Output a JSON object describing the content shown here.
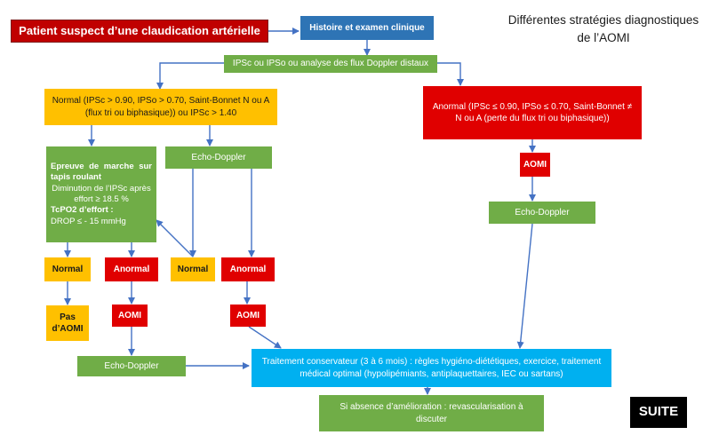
{
  "title": "Différentes stratégies diagnostiques de l’AOMI",
  "nodes": {
    "patient": "Patient suspect d’une claudication artérielle",
    "histoire": "Histoire et examen clinique",
    "ipsc": "IPSc ou IPSo ou analyse des flux Doppler distaux",
    "normal_main": "Normal (IPSc > 0.90, IPSo > 0.70, Saint-Bonnet N ou A (flux tri ou biphasique)) ou IPSc > 1.40",
    "anormal_main": "Anormal (IPSc ≤ 0.90, IPSo ≤ 0.70, Saint-Bonnet ≠ N ou A (perte du flux tri ou biphasique))",
    "epreuve_title": "Epreuve de marche sur tapis roulant",
    "epreuve_line1": "Diminution de l’IPSc après effort ≥ 18.5 %",
    "epreuve_tcpo2": "TcPO2 d’effort :",
    "epreuve_drop": "DROP ≤ - 15 mmHg",
    "echo_doppler_left": "Echo-Doppler",
    "echo_doppler_right": "Echo-Doppler",
    "echo_doppler_bottom": "Echo-Doppler",
    "aomi_right": "AOMI",
    "normal_1": "Normal",
    "anormal_1": "Anormal",
    "normal_2": "Normal",
    "anormal_2": "Anormal",
    "pas_aomi": "Pas d’AOMI",
    "aomi_1": "AOMI",
    "aomi_2": "AOMI",
    "traitement": "Traitement conservateur (3 à 6 mois) : règles hygiéno-diététiques, exercice, traitement médical optimal (hypolipémiants, antiplaquettaires, IEC ou sartans)",
    "absence": "Si absence d’amélioration : revascularisation à discuter",
    "suite": "SUITE"
  },
  "colors": {
    "red": "#e00000",
    "blue": "#2e74b5",
    "green": "#70ad47",
    "yellow": "#ffc000",
    "cyan": "#00b0f0",
    "arrow": "#4472c4",
    "suite_bg": "#000000"
  }
}
